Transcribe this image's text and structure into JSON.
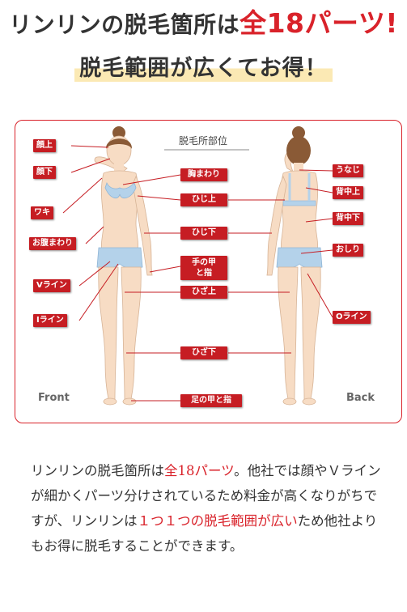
{
  "headline": {
    "prefix": "リンリンの脱毛箇所は",
    "highlight": "全18パーツ!"
  },
  "subhead": "脱毛範囲が広くてお得！",
  "diagram": {
    "title": "脱毛所部位",
    "front_label": "Front",
    "back_label": "Back",
    "left_tags": [
      "顔上",
      "顔下",
      "ワキ",
      "お腹まわり",
      "Vライン",
      "Iライン"
    ],
    "center_tags": [
      "胸まわり",
      "ひじ上",
      "ひじ下",
      "手の甲\nと指",
      "ひざ上",
      "ひざ下",
      "足の甲と指"
    ],
    "right_tags": [
      "うなじ",
      "背中上",
      "背中下",
      "おしり",
      "Oライン"
    ],
    "colors": {
      "accent": "#d9222a",
      "tag": "#c61d23",
      "skin": "#f7dcc4",
      "wear": "#b4d2ea",
      "hair": "#8a5a36"
    }
  },
  "description": {
    "part1": "リンリンの脱毛箇所は",
    "red1": "全18パーツ",
    "part2": "。他社では顔やＶラインが細かくパーツ分けされているため料金が高くなりがちですが、リンリンは",
    "red2": "１つ１つの脱毛範囲が広い",
    "part3": "ため他社よりもお得に脱毛することができます。"
  }
}
